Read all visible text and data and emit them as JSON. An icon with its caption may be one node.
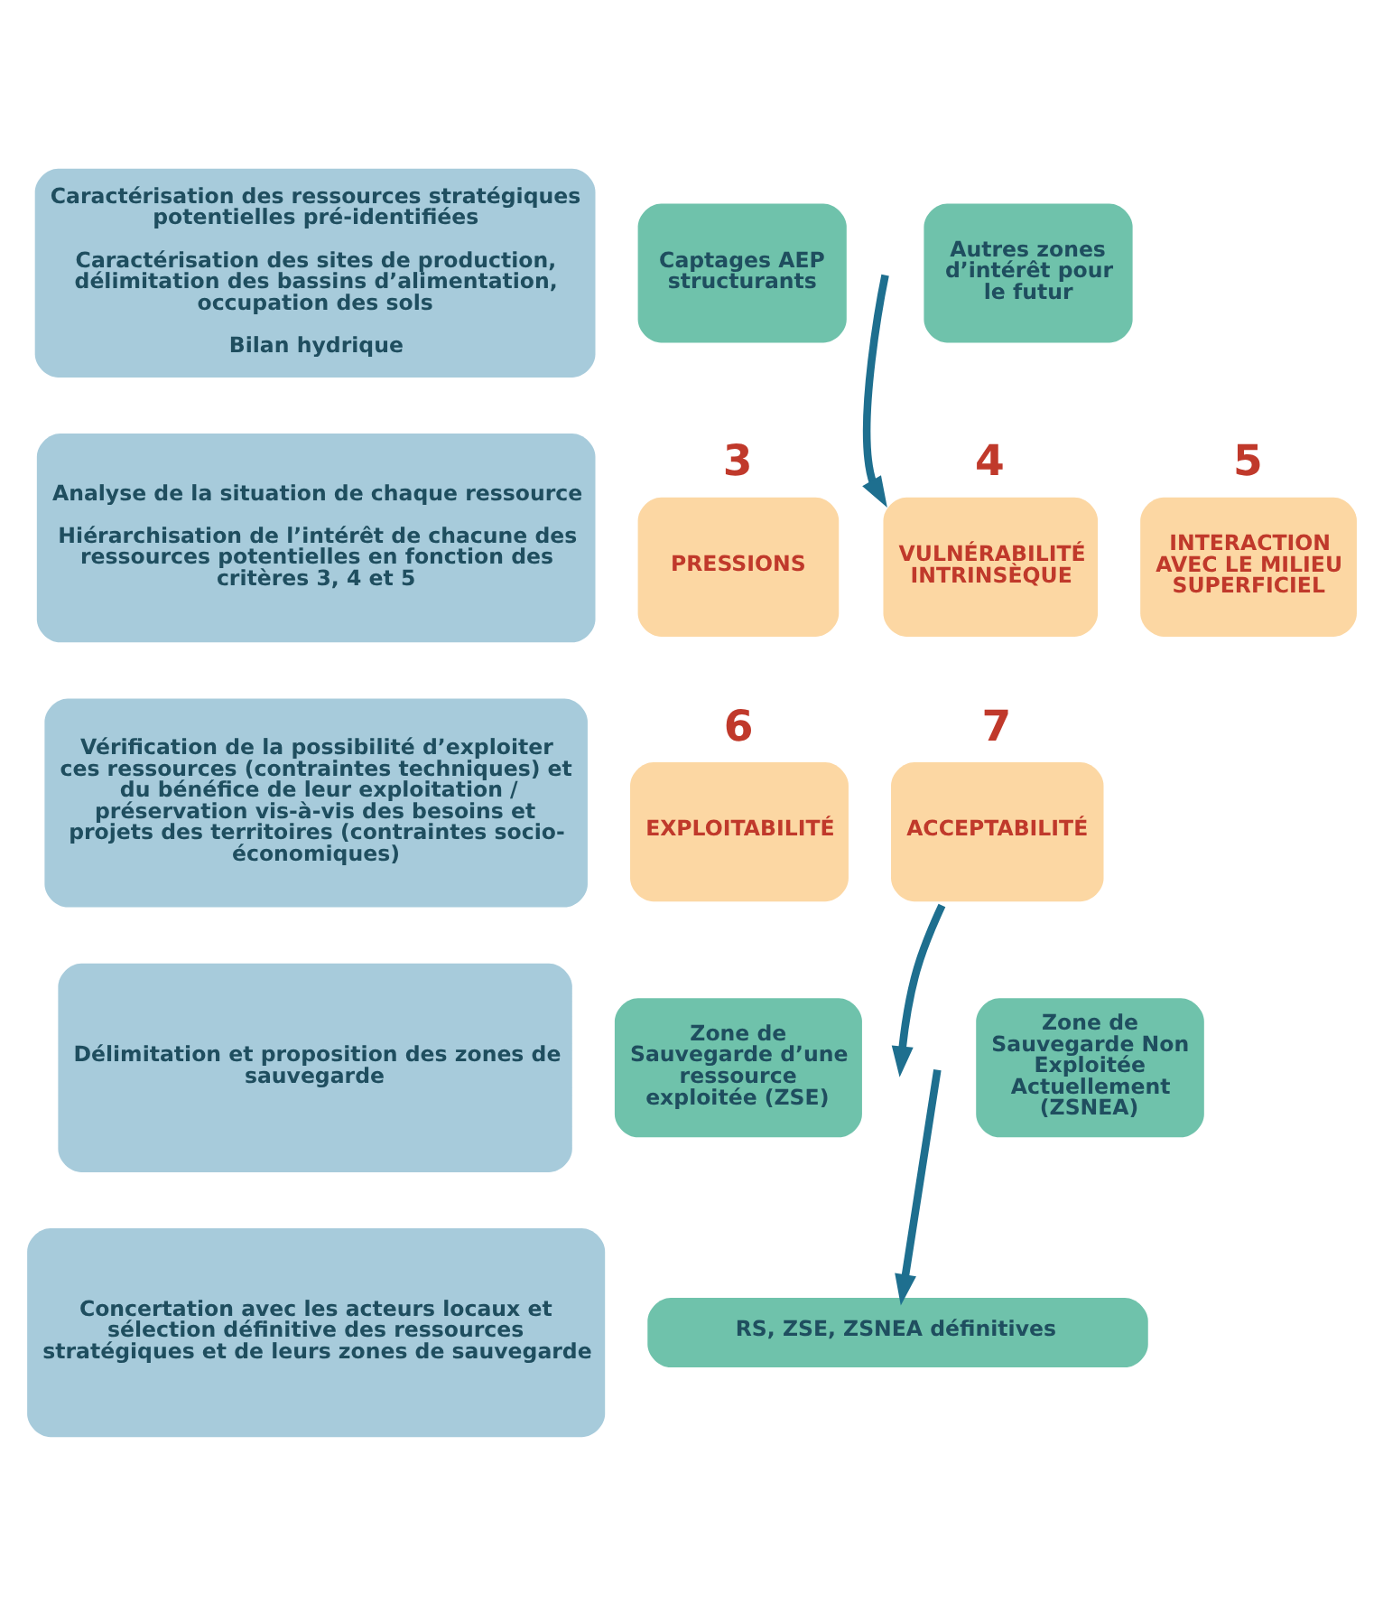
{
  "diagram": {
    "nodes": [
      {
        "text": [
          "Caractérisation des ressources stratégiques potentielles pré-identifiées",
          "Caractérisation des sites de production, délimitation des bassins d’alimentation, occupation des sols",
          "Bilan hydrique"
        ]
      },
      {
        "text": [
          "Captages AEP structurants"
        ]
      },
      {
        "text": [
          "Autres zones d’intérêt pour le futur"
        ]
      },
      {
        "text": [
          "Analyse de la situation de chaque ressource",
          "Hiérarchisation de l’intérêt de chacune des ressources potentielles en fonction des critères 3, 4 et 5"
        ]
      },
      {
        "text": [
          "PRESSIONS"
        ],
        "beside": [
          "3"
        ]
      },
      {
        "text": [
          "VULNÉRABILITÉ INTRINSÈQUE"
        ],
        "beside": [
          "4"
        ]
      },
      {
        "text": [
          "INTERACTION AVEC LE MILIEU SUPERFICIEL"
        ],
        "beside": [
          "5"
        ]
      },
      {
        "text": [
          "Vérification de la possibilité d’exploiter ces ressources (contraintes techniques) et du bénéfice de leur exploitation / préservation vis-à-vis des besoins et projets des territoires (contraintes socio-économiques)"
        ]
      },
      {
        "text": [
          "EXPLOITABILITÉ"
        ],
        "beside": [
          "6"
        ]
      },
      {
        "text": [
          "ACCEPTABILITÉ"
        ],
        "beside": [
          "7"
        ]
      },
      {
        "text": [
          "Délimitation et proposition des zones de sauvegarde"
        ]
      },
      {
        "text": [
          "Zone de Sauvegarde d’une ressource exploitée (ZSE)"
        ]
      },
      {
        "text": [
          "Zone de Sauvegarde Non Exploitée Actuellement (ZSNEA)"
        ]
      },
      {
        "text": [
          "Concertation avec les acteurs locaux et sélection définitive des ressources stratégiques et de leurs zones de sauvegarde"
        ]
      },
      {
        "text": [
          "RS, ZSE, ZSNEA définitives"
        ]
      }
    ],
    "edges": [
      {
        "from": null,
        "to": 5,
        "arrow": "to"
      },
      {
        "from": 9,
        "to": null,
        "arrow": "to"
      },
      {
        "from": null,
        "to": 14,
        "arrow": "to"
      }
    ]
  }
}
